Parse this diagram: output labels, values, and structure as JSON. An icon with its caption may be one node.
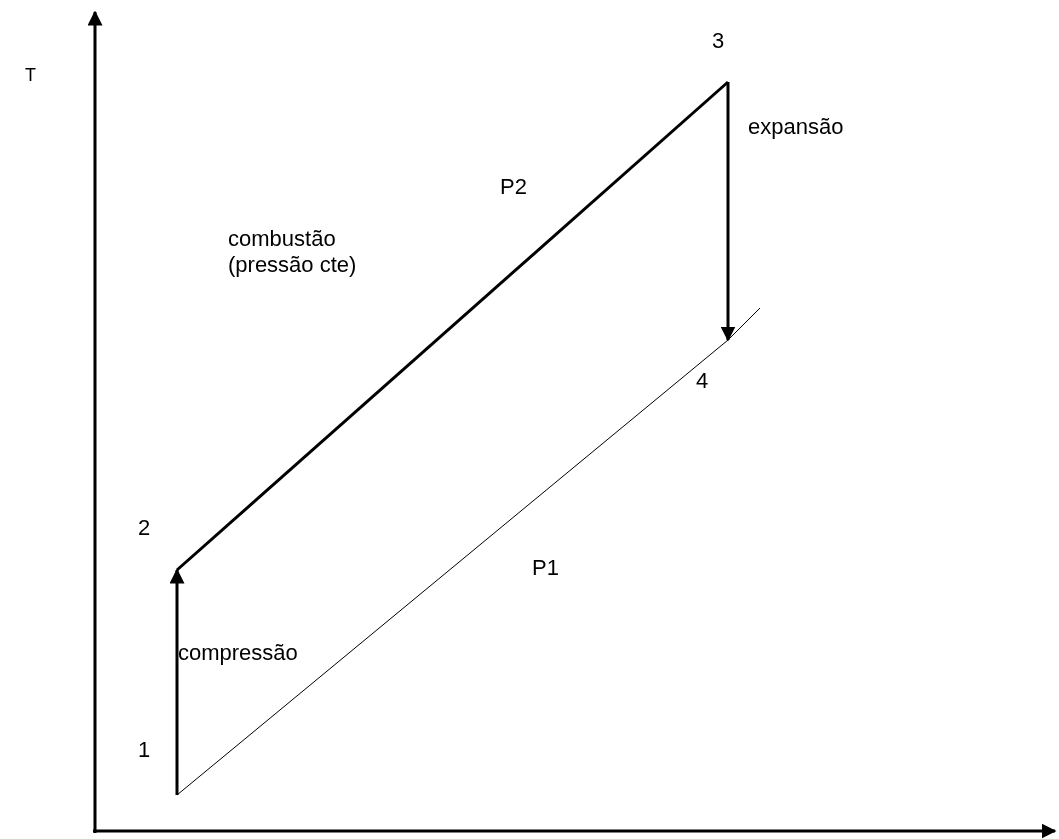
{
  "diagram": {
    "nodes": [
      {
        "text": [
          "1"
        ]
      },
      {
        "text": [
          "2"
        ]
      },
      {
        "text": [
          "3"
        ]
      },
      {
        "text": [
          "4"
        ]
      }
    ],
    "edges": [
      {
        "from": 0,
        "to": 1,
        "arrow": "to",
        "label": "compressão"
      },
      {
        "from": 1,
        "to": 2,
        "arrow": "none",
        "label": "combustão (pressão cte)"
      },
      {
        "from": 2,
        "to": 3,
        "arrow": "to",
        "label": "expansão"
      },
      {
        "from": 0,
        "to": 3,
        "arrow": "none"
      }
    ],
    "labels": [
      "T",
      "P2",
      "P1"
    ]
  }
}
